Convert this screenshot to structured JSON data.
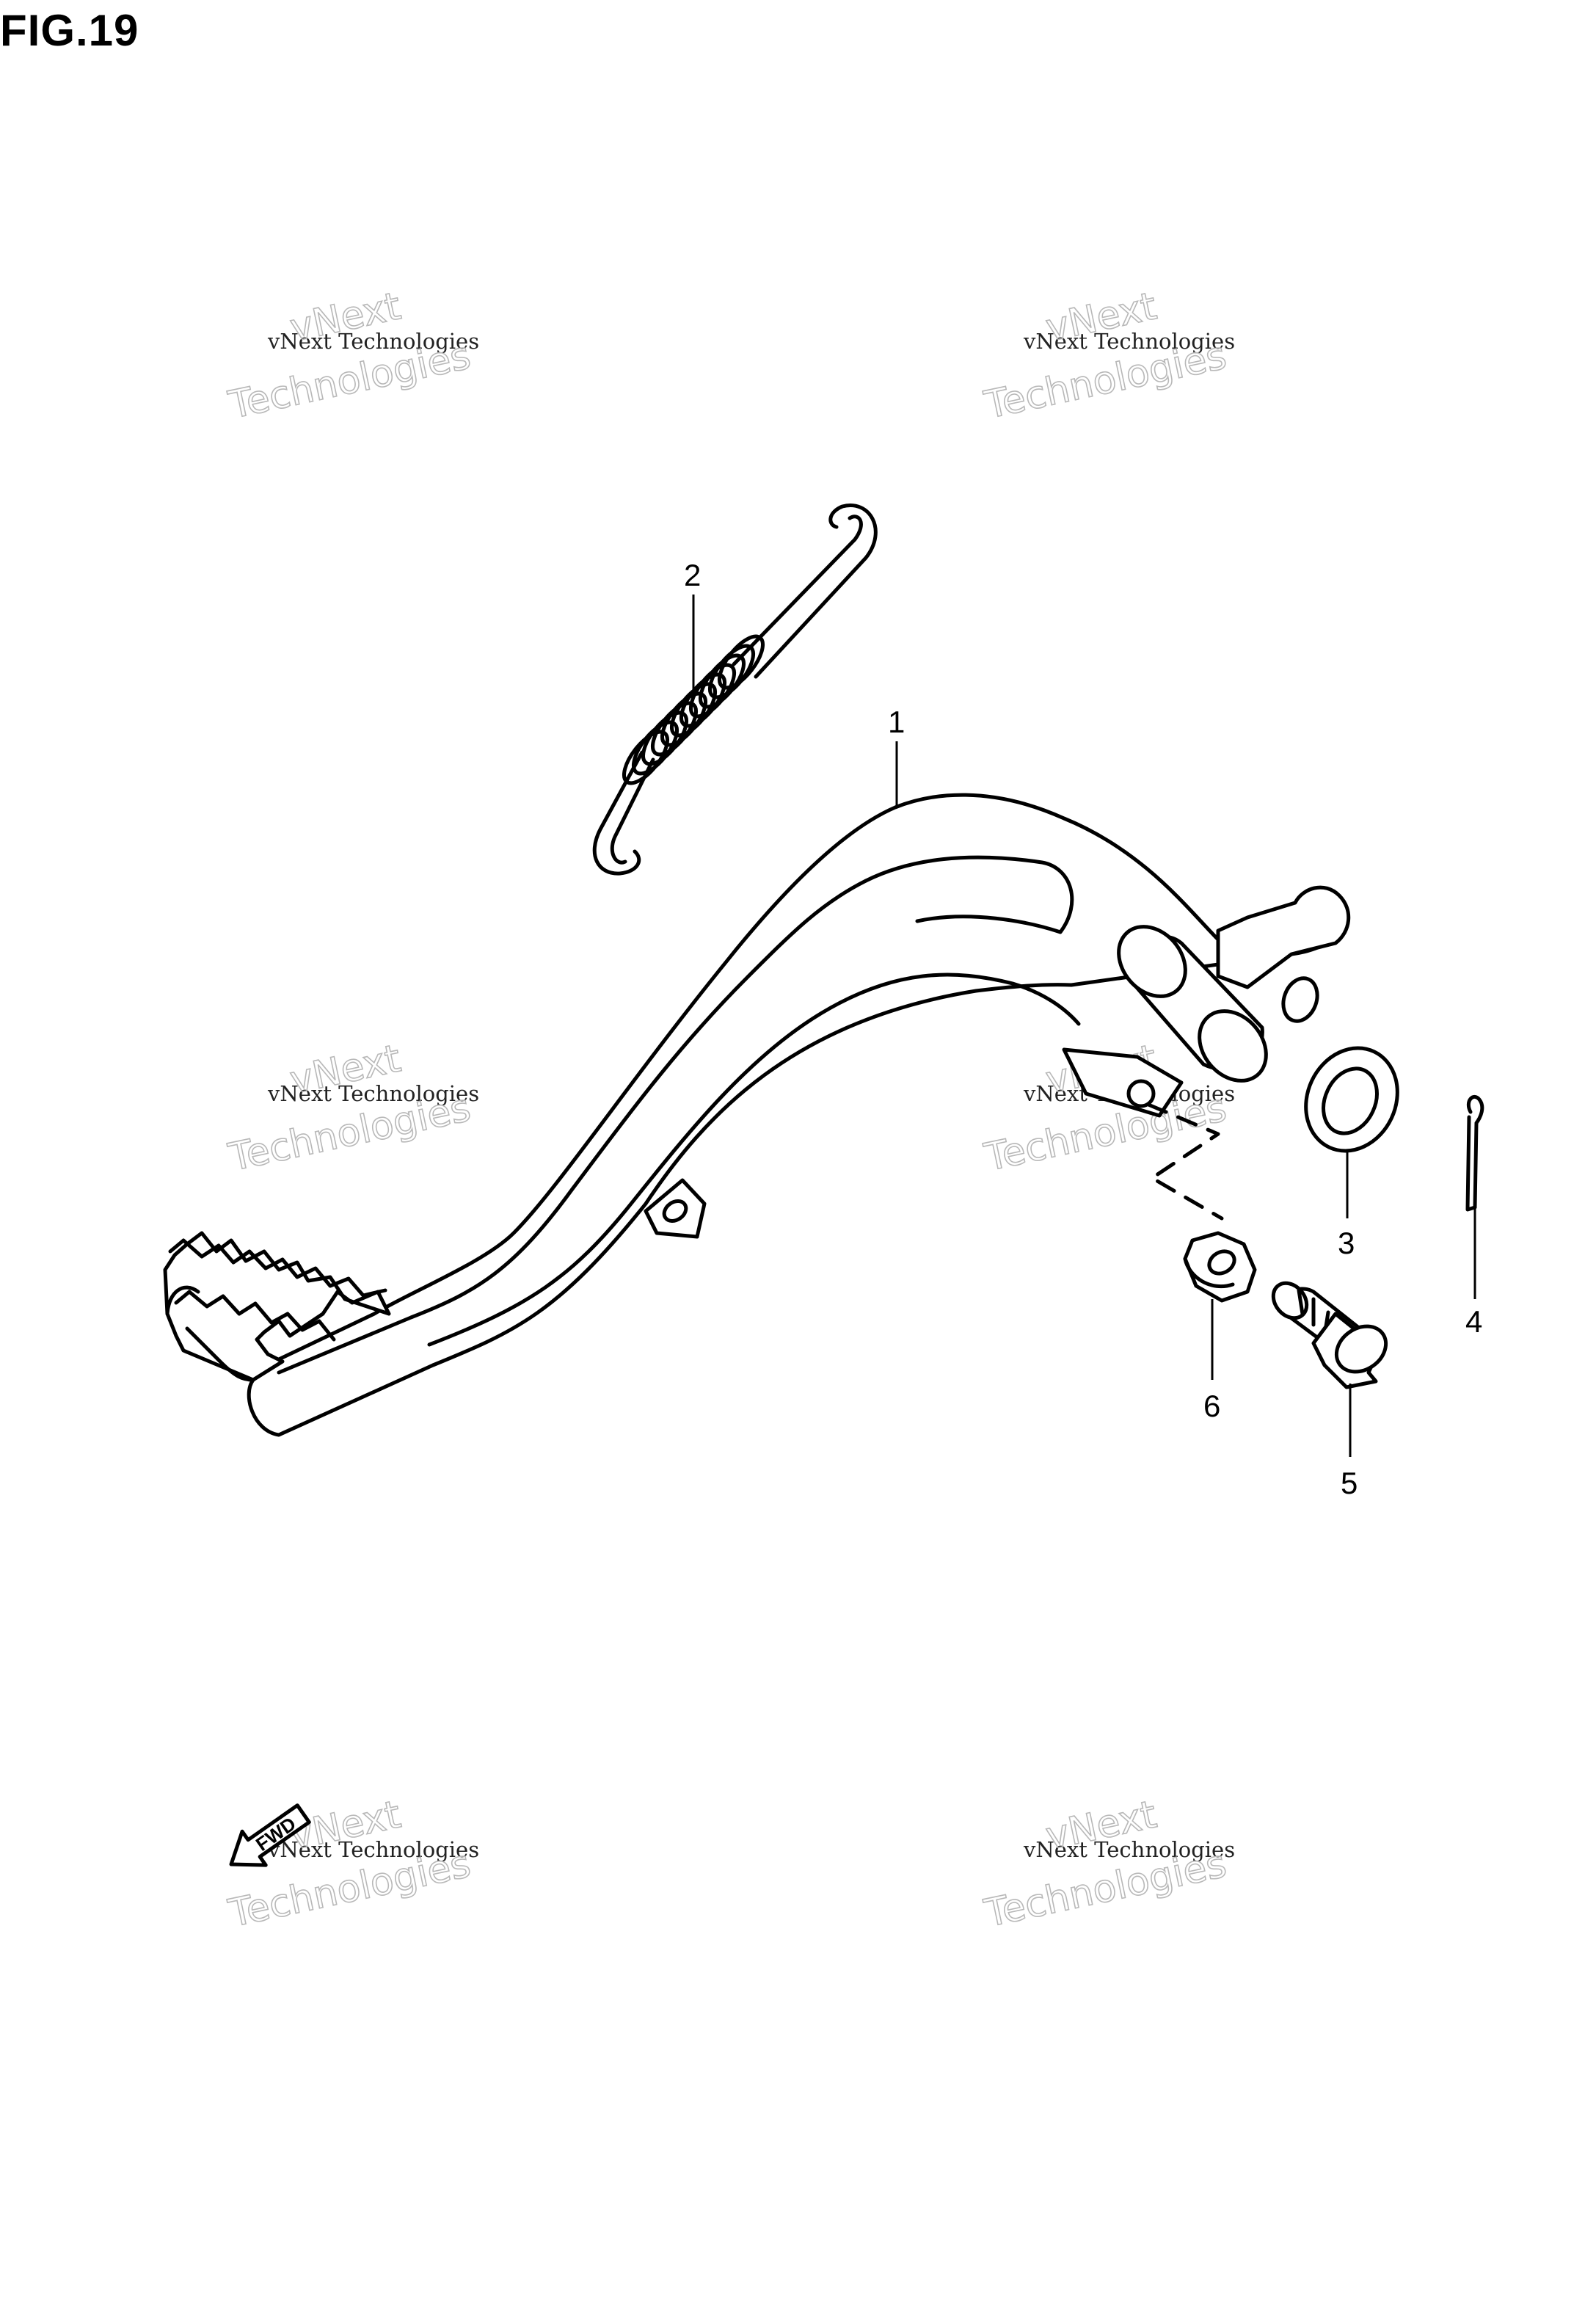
{
  "figure": {
    "title": "FIG.19"
  },
  "callouts": [
    {
      "id": "1",
      "label": "1"
    },
    {
      "id": "2",
      "label": "2"
    },
    {
      "id": "3",
      "label": "3"
    },
    {
      "id": "4",
      "label": "4"
    },
    {
      "id": "5",
      "label": "5"
    },
    {
      "id": "6",
      "label": "6"
    }
  ],
  "direction_marker": {
    "label": "FWD",
    "icon": "arrow-left-icon"
  },
  "watermark": {
    "line1": "vNext Technologies",
    "line2": "vNext",
    "line3": "Technologies"
  }
}
